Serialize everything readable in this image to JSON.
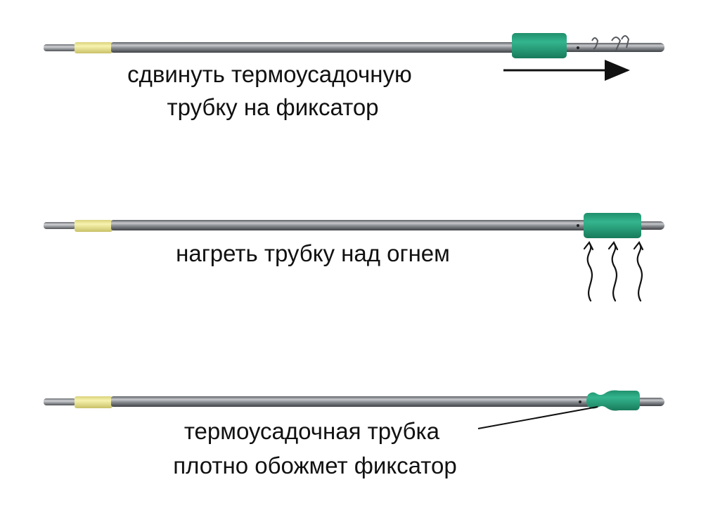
{
  "colors": {
    "background": "#ffffff",
    "rod_metal": "#8a8d92",
    "rod_highlight": "#c7c9cc",
    "rod_shadow": "#4e5156",
    "yellow_band": "#f3ef9a",
    "heat_shrink_tube": "#2aa882",
    "heat_shrink_tube_dark": "#1b7f60",
    "annotation_lines": "#111111"
  },
  "steps": [
    {
      "caption_lines": [
        "сдвинуть термоусадочную",
        "трубку на фиксатор"
      ]
    },
    {
      "caption_lines": [
        "нагреть трубку над огнем"
      ]
    },
    {
      "caption_lines": [
        "термоусадочная трубка",
        "плотно обожмет фиксатор"
      ]
    }
  ]
}
